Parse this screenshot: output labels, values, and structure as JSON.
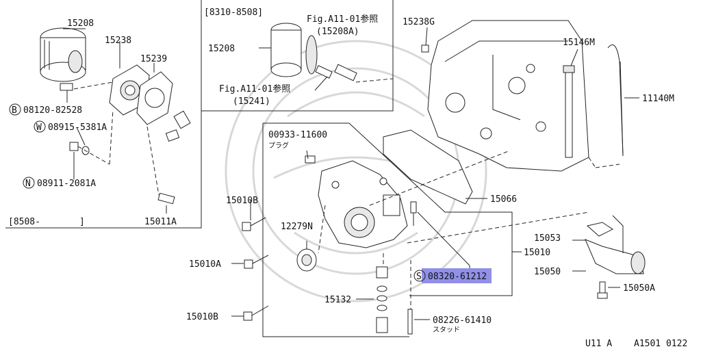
{
  "labels": {
    "p15208_top": "15208",
    "p15238": "15238",
    "p15239": "15239",
    "p08120": "08120-82528",
    "p08915": "08915-5381A",
    "p08911": "08911-2081A",
    "p15011A": "15011A",
    "range_8508": "[8508-",
    "range_8508_end": "]",
    "range_8310": "[8310-8508]",
    "figA11_a": "Fig.A11-01参照",
    "figA11_a2": "(15208A)",
    "p15208_mid": "15208",
    "figA11_b": "Fig.A11-01参照",
    "figA11_b2": "(15241)",
    "p15238G": "15238G",
    "p15146M": "15146M",
    "p11140M": "11140M",
    "p00933": "00933-11600",
    "plug": "プラグ",
    "p15066": "15066",
    "p15010B_1": "15010B",
    "p12279N": "12279N",
    "p15010": "15010",
    "p15053": "15053",
    "p15010A": "15010A",
    "p08320": "08320-61212",
    "p15050": "15050",
    "p15050A": "15050A",
    "p15132": "15132",
    "p15010B_2": "15010B",
    "p08226": "08226-61410",
    "stud": "スタッド",
    "circ_B": "B",
    "circ_W": "W",
    "circ_N": "N",
    "circ_S": "S",
    "footer_model": "U11 A",
    "footer_code": "A1501 0122"
  },
  "highlight_color": "#9090e8"
}
